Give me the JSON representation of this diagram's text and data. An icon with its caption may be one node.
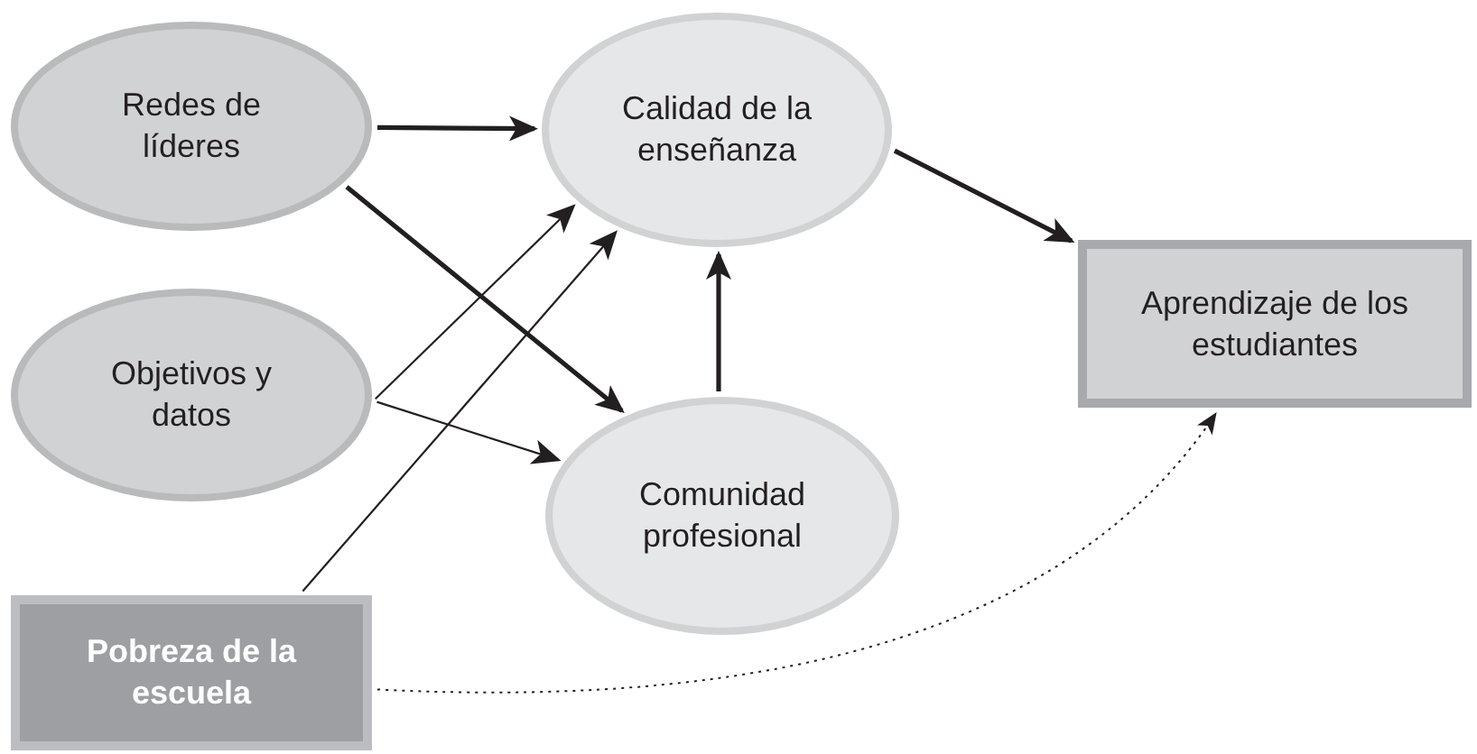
{
  "diagram": {
    "nodes": [
      {
        "text": [
          "Redes de líderes"
        ]
      },
      {
        "text": [
          "Calidad de la enseñanza"
        ]
      },
      {
        "text": [
          "Objetivos y datos"
        ]
      },
      {
        "text": [
          "Comunidad profesional"
        ]
      },
      {
        "text": [
          "Aprendizaje de los estudiantes"
        ]
      },
      {
        "text": [
          "Pobreza de la escuela"
        ]
      }
    ],
    "edges": [
      {
        "from": 0,
        "to": 1,
        "arrow": "to",
        "style": "thick"
      },
      {
        "from": 0,
        "to": 3,
        "arrow": "to",
        "style": "thick"
      },
      {
        "from": 2,
        "to": 1,
        "arrow": "to"
      },
      {
        "from": 2,
        "to": 3,
        "arrow": "to"
      },
      {
        "from": 5,
        "to": 1,
        "arrow": "to"
      },
      {
        "from": 3,
        "to": 1,
        "arrow": "to",
        "style": "thick"
      },
      {
        "from": 1,
        "to": 4,
        "arrow": "to",
        "style": "thick"
      },
      {
        "from": 5,
        "to": 4,
        "arrow": "to",
        "style": "dashed"
      }
    ]
  }
}
